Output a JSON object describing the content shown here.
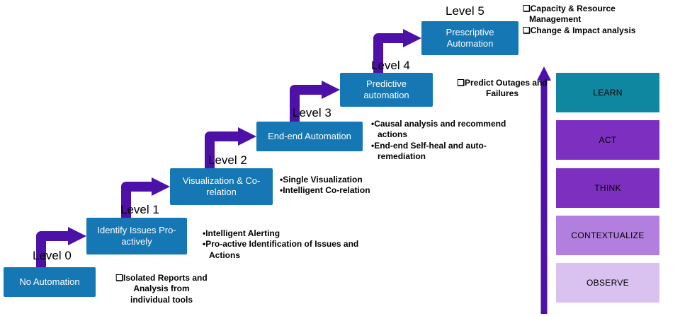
{
  "colors": {
    "level_box": "#1577b4",
    "arrow": "#4e11a8"
  },
  "levels": [
    {
      "label": "Level 0",
      "title": "No Automation",
      "bullets": [
        "❑Isolated Reports and Analysis from individual tools"
      ]
    },
    {
      "label": "Level 1",
      "title": "Identify Issues Pro-actively",
      "bullets": [
        "•Intelligent Alerting",
        "•Pro-active Identification of Issues and Actions"
      ]
    },
    {
      "label": "Level 2",
      "title": "Visualization & Co-relation",
      "bullets": [
        "•Single Visualization",
        "•Intelligent Co-relation"
      ]
    },
    {
      "label": "Level 3",
      "title": "End-end Automation",
      "bullets": [
        "•Causal analysis and recommend actions",
        "•End-end Self-heal and auto-remediation"
      ]
    },
    {
      "label": "Level 4",
      "title": "Predictive automation",
      "bullets": [
        "❑Predict Outages and Failures"
      ]
    },
    {
      "label": "Level 5",
      "title": "Prescriptive Automation",
      "bullets": [
        "❑Capacity & Resource Management",
        "❑Change & Impact analysis"
      ]
    }
  ],
  "ladder": {
    "items": [
      {
        "label": "LEARN",
        "color": "#0f87a0"
      },
      {
        "label": "ACT",
        "color": "#7d2fc0"
      },
      {
        "label": "THINK",
        "color": "#7d2fc0"
      },
      {
        "label": "CONTEXTUALIZE",
        "color": "#b27fdf"
      },
      {
        "label": "OBSERVE",
        "color": "#d9c2f0"
      }
    ]
  }
}
